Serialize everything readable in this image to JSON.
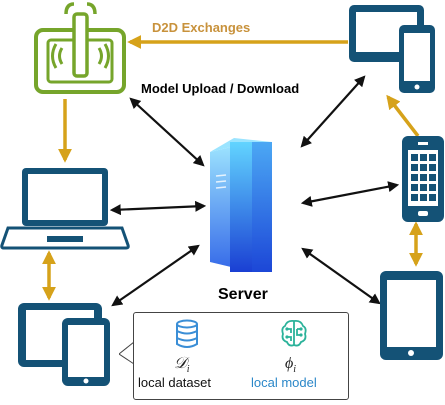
{
  "labels": {
    "d2d": "D2D Exchanges",
    "upload": "Model Upload / Download",
    "server": "Server"
  },
  "legend": {
    "dataset_symbol": "𝒟",
    "dataset_subscript": "i",
    "dataset_caption": "local dataset",
    "model_symbol": "ϕ",
    "model_subscript": "i",
    "model_caption": "local model"
  },
  "colors": {
    "device": "#145276",
    "robot": "#76a52b",
    "exchange": "#d6a21a",
    "d2d_text": "#c8923c",
    "server_top": "#5fd0ff",
    "server_bottom": "#1c46d6",
    "dataset_icon": "#3a8ed6",
    "model_icon": "#2bb29a",
    "model_caption": "#2b87c8"
  },
  "icons": [
    "robot-arm-icon",
    "desktop-tablet-icon",
    "smartphone-icon",
    "laptop-icon",
    "server-icon",
    "tablet-phone-icon",
    "tablet-icon",
    "database-icon",
    "brain-icon"
  ]
}
